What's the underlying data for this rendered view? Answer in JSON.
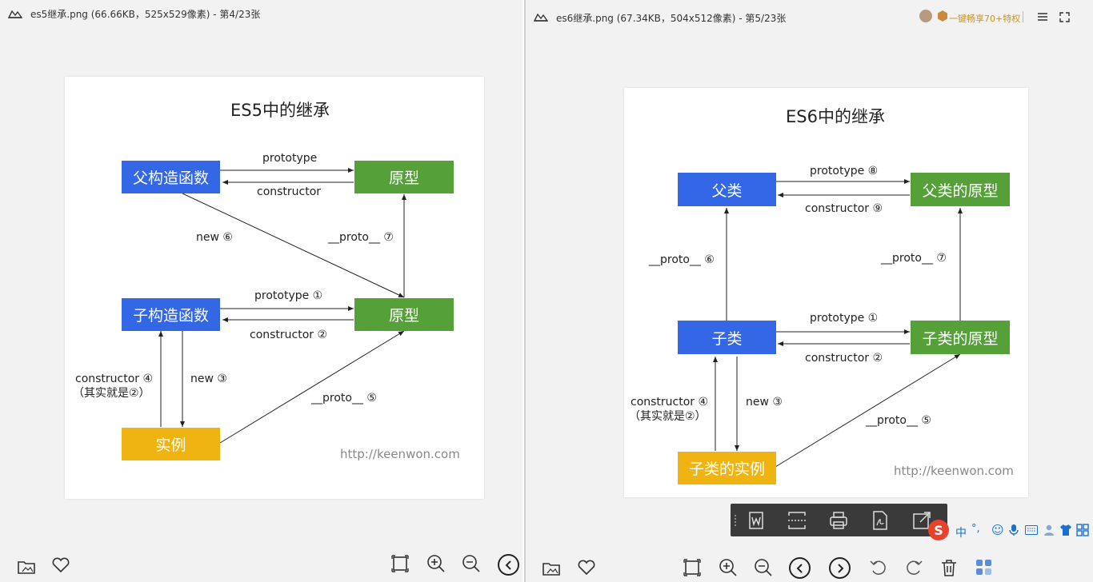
{
  "left_window": {
    "title": "es5继承.png (66.66KB，525x529像素) - 第4/23张",
    "diagram": {
      "title": "ES5中的继承",
      "boxes": {
        "parent_ctor": "父构造函数",
        "parent_proto": "原型",
        "child_ctor": "子构造函数",
        "child_proto": "原型",
        "instance": "实例"
      },
      "labels": {
        "prototype_top": "prototype",
        "constructor_top": "constructor",
        "new6": "new ⑥",
        "proto7": "__proto__ ⑦",
        "prototype1": "prototype ①",
        "constructor2": "constructor ②",
        "constructor4": "constructor ④",
        "constructor4_note": "（其实就是②）",
        "new3": "new ③",
        "proto5": "__proto__ ⑤"
      },
      "url": "http://keenwon.com"
    }
  },
  "right_window": {
    "title": "es6继承.png (67.34KB，504x512像素) - 第5/23张",
    "promo": "一键畅享70+特权",
    "diagram": {
      "title": "ES6中的继承",
      "boxes": {
        "parent_class": "父类",
        "parent_proto": "父类的原型",
        "child_class": "子类",
        "child_proto": "子类的原型",
        "instance": "子类的实例"
      },
      "labels": {
        "prototype8": "prototype ⑧",
        "constructor9": "constructor ⑨",
        "proto6": "__proto__ ⑥",
        "proto7": "__proto__ ⑦",
        "prototype1": "prototype ①",
        "constructor2": "constructor ②",
        "constructor4": "constructor ④",
        "constructor4_note": "（其实就是②）",
        "new3": "new ③",
        "proto5": "__proto__ ⑤"
      },
      "url": "http://keenwon.com"
    },
    "ime": {
      "lang": "中"
    }
  },
  "icons": {
    "left_bottom": [
      "folder-icon",
      "heart-icon",
      "fit-window-icon",
      "zoom-in-icon",
      "zoom-out-icon",
      "previous-icon"
    ],
    "right_bottom": [
      "folder-icon",
      "heart-icon",
      "fit-window-icon",
      "zoom-in-icon",
      "zoom-out-icon",
      "previous-icon",
      "next-icon",
      "rotate-left-icon",
      "rotate-right-icon",
      "delete-icon",
      "more-apps-icon"
    ],
    "dark_toolbar": [
      "word-convert-icon",
      "scan-icon",
      "print-icon",
      "pdf-icon",
      "expand-icon"
    ]
  },
  "colors": {
    "blue": "#3367e6",
    "green": "#56a03a",
    "yellow": "#f0b412"
  }
}
